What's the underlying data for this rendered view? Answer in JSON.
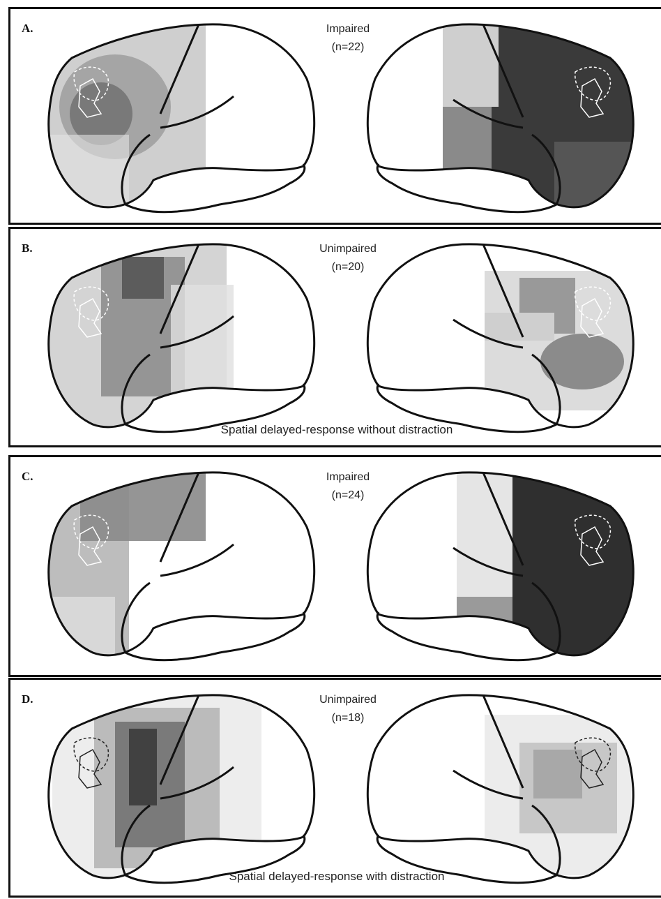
{
  "panels": [
    {
      "letter": "A.",
      "condition": "Impaired",
      "n": "(n=22)"
    },
    {
      "letter": "B.",
      "condition": "Unimpaired",
      "n": "(n=20)",
      "caption": "Spatial delayed-response without distraction"
    },
    {
      "letter": "C.",
      "condition": "Impaired",
      "n": "(n=24)"
    },
    {
      "letter": "D.",
      "condition": "Unimpaired",
      "n": "(n=18)",
      "caption": "Spatial delayed-response with distraction"
    }
  ]
}
